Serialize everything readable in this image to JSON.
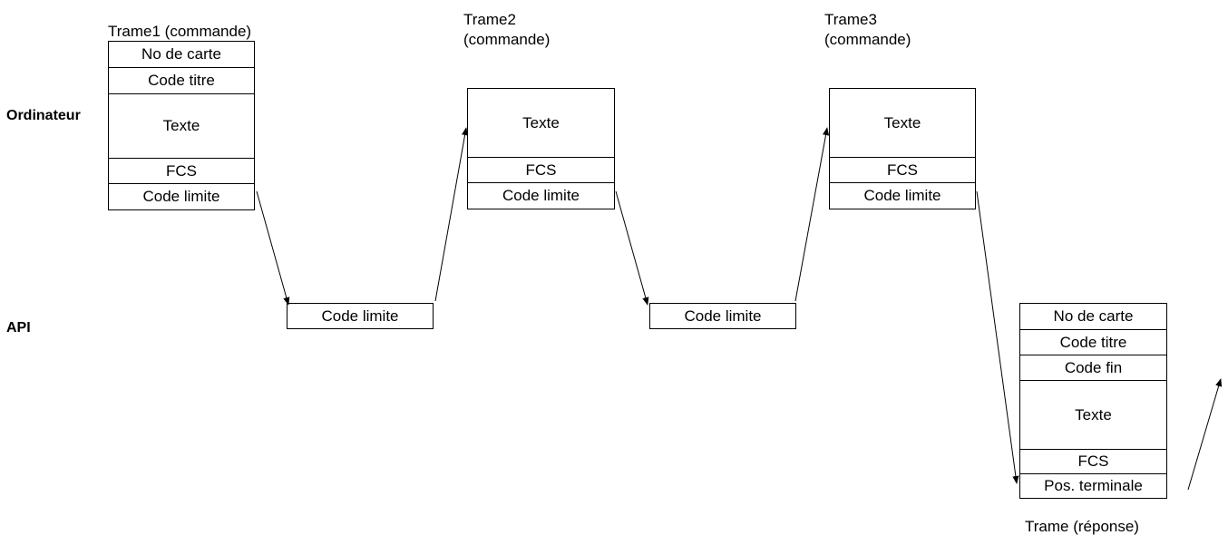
{
  "side_labels": {
    "computer": "Ordinateur",
    "plc": "API"
  },
  "frame1": {
    "title": "Trame1 (commande)",
    "rows": [
      "No de carte",
      "Code titre",
      "Texte",
      "FCS",
      "Code limite"
    ]
  },
  "frame2": {
    "title_line1": "Trame2",
    "title_line2": "(commande)",
    "rows": [
      "Texte",
      "FCS",
      "Code limite"
    ]
  },
  "frame3": {
    "title_line1": "Trame3",
    "title_line2": "(commande)",
    "rows": [
      "Texte",
      "FCS",
      "Code limite"
    ]
  },
  "plc_box1": "Code limite",
  "plc_box2": "Code limite",
  "response": {
    "title": "Trame (réponse)",
    "rows": [
      "No de carte",
      "Code titre",
      "Code fin",
      "Texte",
      "FCS",
      "Pos. terminale"
    ]
  }
}
